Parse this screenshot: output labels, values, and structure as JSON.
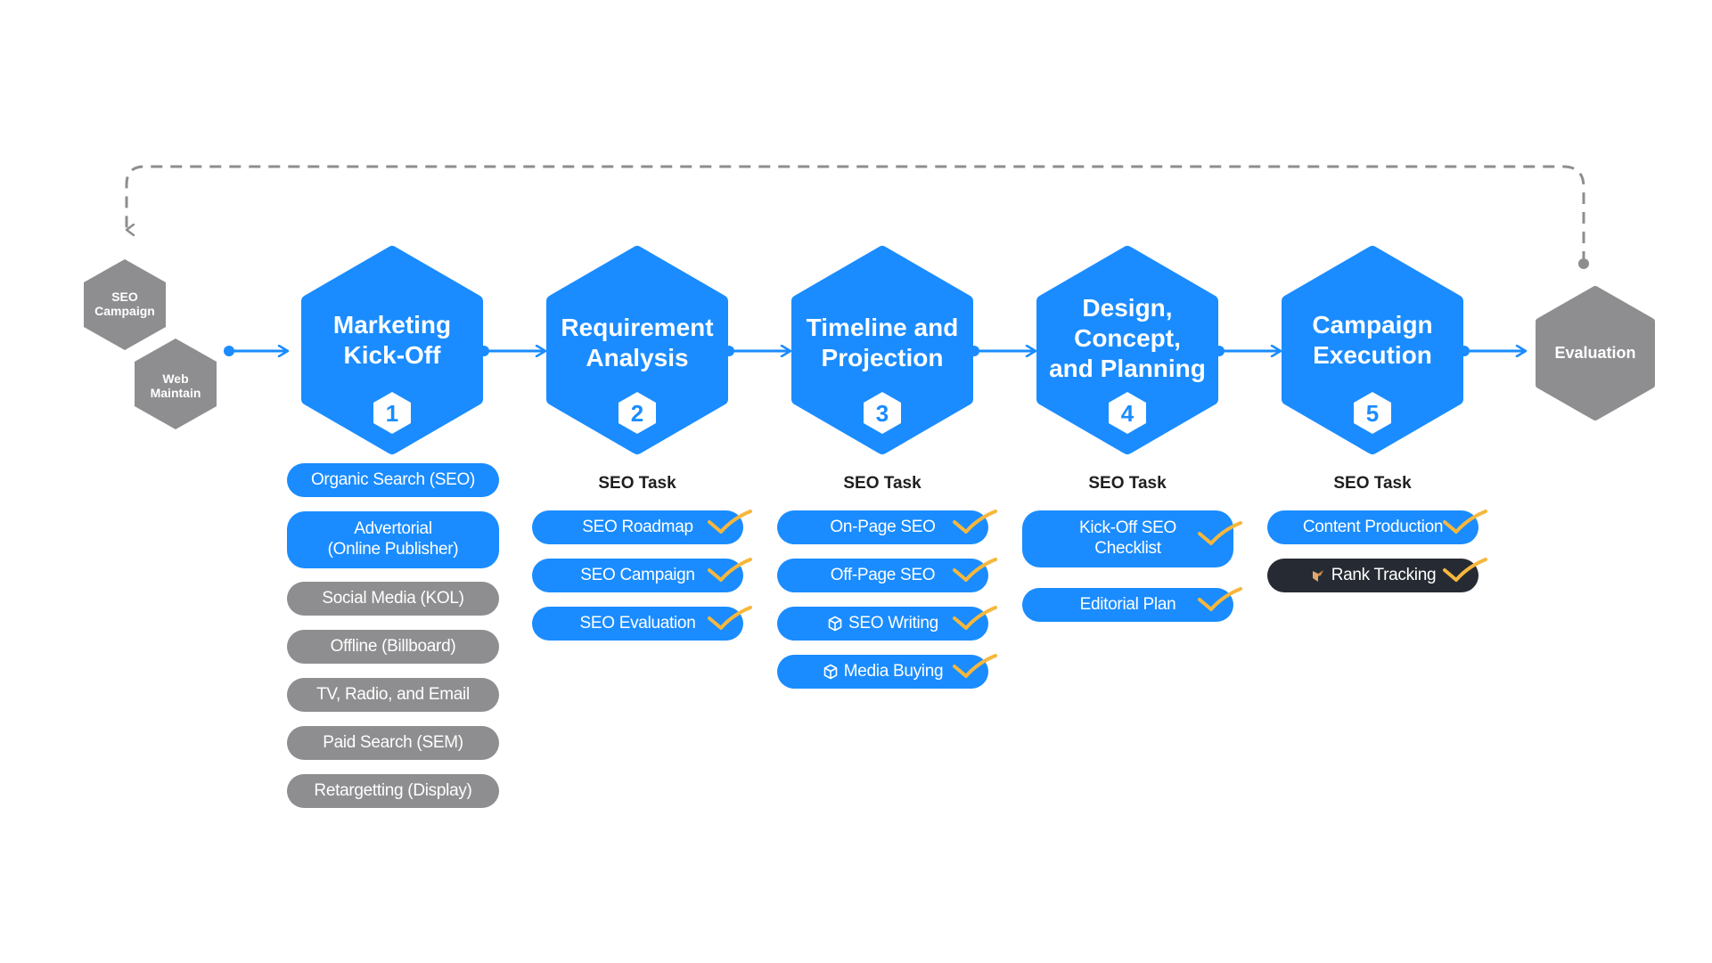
{
  "colors": {
    "primary": "#1a8cff",
    "gray": "#8e8e90",
    "dark": "#262b33",
    "check": "#f6b73c",
    "dashed": "#8e8e90"
  },
  "start_nodes": [
    {
      "line1": "SEO",
      "line2": "Campaign"
    },
    {
      "line1": "Web",
      "line2": "Maintain"
    }
  ],
  "stages": [
    {
      "number": "1",
      "title_lines": [
        "Marketing",
        "Kick-Off"
      ]
    },
    {
      "number": "2",
      "title_lines": [
        "Requirement",
        "Analysis"
      ]
    },
    {
      "number": "3",
      "title_lines": [
        "Timeline and",
        "Projection"
      ]
    },
    {
      "number": "4",
      "title_lines": [
        "Design,",
        "Concept,",
        "and Planning"
      ]
    },
    {
      "number": "5",
      "title_lines": [
        "Campaign",
        "Execution"
      ]
    }
  ],
  "end_node": {
    "label": "Evaluation"
  },
  "task_heading": "SEO Task",
  "channels": [
    {
      "label": "Organic Search (SEO)",
      "style": "blue"
    },
    {
      "label": "Advertorial\n(Online Publisher)",
      "style": "blue"
    },
    {
      "label": "Social Media (KOL)",
      "style": "gray"
    },
    {
      "label": "Offline (Billboard)",
      "style": "gray"
    },
    {
      "label": "TV, Radio, and Email",
      "style": "gray"
    },
    {
      "label": "Paid Search (SEM)",
      "style": "gray"
    },
    {
      "label": "Retargetting (Display)",
      "style": "gray"
    }
  ],
  "stage_tasks": {
    "2": [
      {
        "label": "SEO Roadmap"
      },
      {
        "label": "SEO Campaign"
      },
      {
        "label": "SEO Evaluation"
      }
    ],
    "3": [
      {
        "label": "On-Page SEO"
      },
      {
        "label": "Off-Page SEO"
      },
      {
        "label": "SEO Writing",
        "icon": "cube-icon"
      },
      {
        "label": "Media Buying",
        "icon": "cube-icon"
      }
    ],
    "4": [
      {
        "label": "Kick-Off SEO\nChecklist"
      },
      {
        "label": "Editorial Plan"
      }
    ],
    "5": [
      {
        "label": "Content Production",
        "style": "blue"
      },
      {
        "label": "Rank Tracking",
        "style": "dark",
        "icon": "rank-logo-icon"
      }
    ]
  }
}
